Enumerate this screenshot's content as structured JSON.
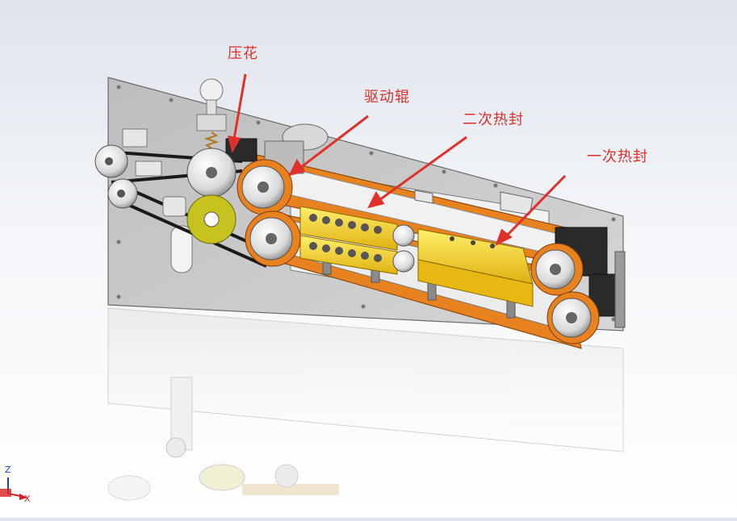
{
  "viewport": {
    "background_top": "#dfe4ec",
    "background_bottom": "#ffffff"
  },
  "annotations": [
    {
      "id": "embossing",
      "label": "压花"
    },
    {
      "id": "drive-roller",
      "label": "驱动辊"
    },
    {
      "id": "second-heat-seal",
      "label": "二次热封"
    },
    {
      "id": "first-heat-seal",
      "label": "一次热封"
    }
  ],
  "triad": {
    "z_label": "Z",
    "x_label": "X"
  },
  "colors": {
    "callout_red": "#e0302a",
    "belt_orange": "#e8821e",
    "heater_yellow": "#f2c41a",
    "plate_gray": "#c9c9c9",
    "embossing_wheel_olive": "#c8c21e",
    "triad_x": "#d42020",
    "triad_z": "#2040c8"
  }
}
